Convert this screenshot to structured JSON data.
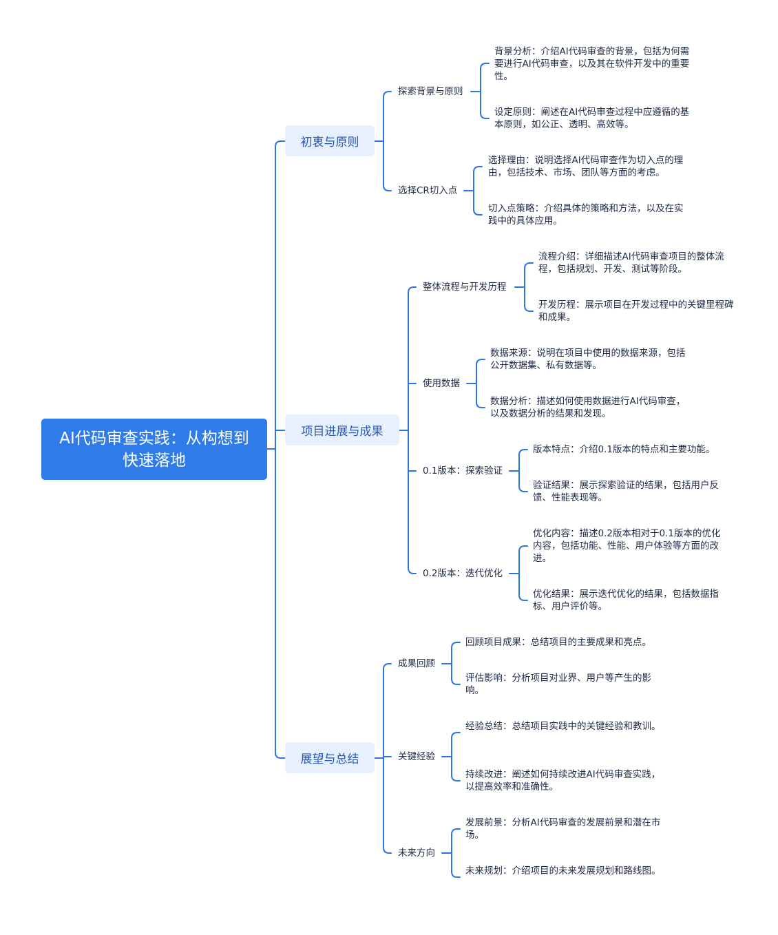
{
  "root": {
    "title": "AI代码审查实践：从构想到快速落地"
  },
  "branches": [
    {
      "label": "初衷与原则",
      "children": [
        {
          "label": "探索背景与原则",
          "leaves": [
            "背景分析：介绍AI代码审查的背景，包括为何需要进行AI代码审查，以及其在软件开发中的重要性。",
            "设定原则：阐述在AI代码审查过程中应遵循的基本原则，如公正、透明、高效等。"
          ]
        },
        {
          "label": "选择CR切入点",
          "leaves": [
            "选择理由：说明选择AI代码审查作为切入点的理由，包括技术、市场、团队等方面的考虑。",
            "切入点策略：介绍具体的策略和方法，以及在实践中的具体应用。"
          ]
        }
      ]
    },
    {
      "label": "项目进展与成果",
      "children": [
        {
          "label": "整体流程与开发历程",
          "leaves": [
            "流程介绍：详细描述AI代码审查项目的整体流程，包括规划、开发、测试等阶段。",
            "开发历程：展示项目在开发过程中的关键里程碑和成果。"
          ]
        },
        {
          "label": "使用数据",
          "leaves": [
            "数据来源：说明在项目中使用的数据来源，包括公开数据集、私有数据等。",
            "数据分析：描述如何使用数据进行AI代码审查，以及数据分析的结果和发现。"
          ]
        },
        {
          "label": "0.1版本：探索验证",
          "leaves": [
            "版本特点：介绍0.1版本的特点和主要功能。",
            "验证结果：展示探索验证的结果，包括用户反馈、性能表现等。"
          ]
        },
        {
          "label": "0.2版本：迭代优化",
          "leaves": [
            "优化内容：描述0.2版本相对于0.1版本的优化内容，包括功能、性能、用户体验等方面的改进。",
            "优化结果：展示迭代优化的结果，包括数据指标、用户评价等。"
          ]
        }
      ]
    },
    {
      "label": "展望与总结",
      "children": [
        {
          "label": "成果回顾",
          "leaves": [
            "回顾项目成果：总结项目的主要成果和亮点。",
            "评估影响：分析项目对业界、用户等产生的影响。"
          ]
        },
        {
          "label": "关键经验",
          "leaves": [
            "经验总结：总结项目实践中的关键经验和教训。",
            "持续改进：阐述如何持续改进AI代码审查实践，以提高效率和准确性。"
          ]
        },
        {
          "label": "未来方向",
          "leaves": [
            "发展前景：分析AI代码审查的发展前景和潜在市场。",
            "未来规划：介绍项目的未来发展规划和路线图。"
          ]
        }
      ]
    }
  ]
}
